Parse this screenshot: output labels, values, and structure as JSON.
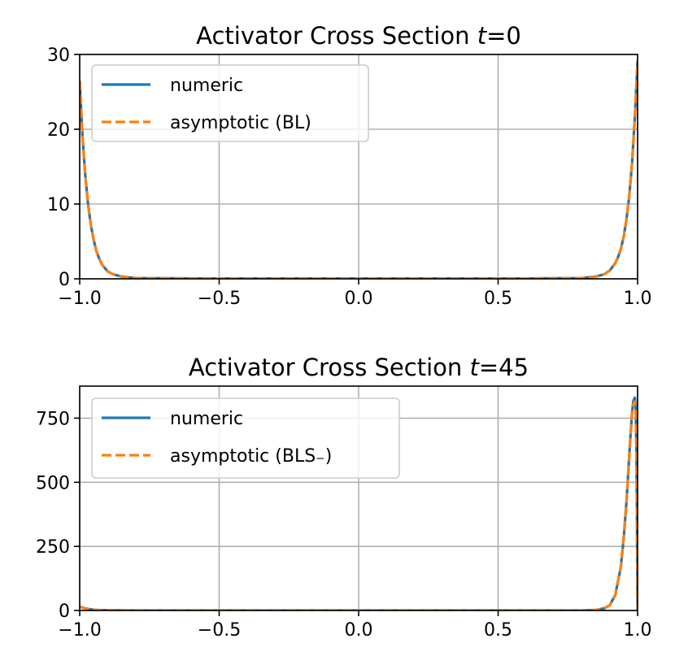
{
  "chart_data": [
    {
      "type": "line",
      "title_prefix": "Activator Cross Section ",
      "title_var": "t",
      "title_suffix": "=0",
      "xlim": [
        -1.0,
        1.0
      ],
      "ylim": [
        0,
        30
      ],
      "xticks": [
        -1.0,
        -0.5,
        0.0,
        0.5,
        1.0
      ],
      "xtick_labels": [
        "−1.0",
        "−0.5",
        "0.0",
        "0.5",
        "1.0"
      ],
      "yticks": [
        0,
        10,
        20,
        30
      ],
      "ytick_labels": [
        "0",
        "10",
        "20",
        "30"
      ],
      "grid": true,
      "legend_position": "upper-left",
      "series": [
        {
          "name": "numeric",
          "color": "#1f77b4",
          "style": "solid",
          "x": [
            -1.0,
            -0.99,
            -0.98,
            -0.97,
            -0.96,
            -0.95,
            -0.94,
            -0.93,
            -0.92,
            -0.9,
            -0.88,
            -0.85,
            -0.8,
            -0.6,
            -0.4,
            -0.2,
            0.0,
            0.2,
            0.4,
            0.6,
            0.8,
            0.85,
            0.88,
            0.9,
            0.92,
            0.93,
            0.94,
            0.95,
            0.96,
            0.97,
            0.98,
            0.99,
            1.0
          ],
          "y": [
            26.5,
            19.1,
            13.8,
            10.0,
            7.2,
            5.2,
            3.7,
            2.7,
            1.9,
            1.0,
            0.6,
            0.3,
            0.1,
            0.05,
            0.05,
            0.05,
            0.05,
            0.05,
            0.05,
            0.05,
            0.1,
            0.3,
            0.6,
            1.1,
            2.1,
            2.9,
            4.0,
            5.6,
            7.9,
            11.0,
            15.4,
            21.5,
            29.2
          ]
        },
        {
          "name": "asymptotic (BL)",
          "color": "#ff7f0e",
          "style": "dashed",
          "x": [
            -1.0,
            -0.99,
            -0.98,
            -0.97,
            -0.96,
            -0.95,
            -0.94,
            -0.93,
            -0.92,
            -0.9,
            -0.88,
            -0.85,
            -0.8,
            -0.6,
            -0.4,
            -0.2,
            0.0,
            0.2,
            0.4,
            0.6,
            0.8,
            0.85,
            0.88,
            0.9,
            0.92,
            0.93,
            0.94,
            0.95,
            0.96,
            0.97,
            0.98,
            0.99,
            1.0
          ],
          "y": [
            26.5,
            19.1,
            13.8,
            10.0,
            7.2,
            5.2,
            3.7,
            2.7,
            1.9,
            1.0,
            0.6,
            0.3,
            0.1,
            0.05,
            0.05,
            0.05,
            0.05,
            0.05,
            0.05,
            0.05,
            0.1,
            0.3,
            0.6,
            1.1,
            2.1,
            2.9,
            4.0,
            5.6,
            7.9,
            11.0,
            15.4,
            21.5,
            29.2
          ]
        }
      ]
    },
    {
      "type": "line",
      "title_prefix": "Activator Cross Section ",
      "title_var": "t",
      "title_suffix": "=45",
      "xlim": [
        -1.0,
        1.0
      ],
      "ylim": [
        0,
        875
      ],
      "xticks": [
        -1.0,
        -0.5,
        0.0,
        0.5,
        1.0
      ],
      "xtick_labels": [
        "−1.0",
        "−0.5",
        "0.0",
        "0.5",
        "1.0"
      ],
      "yticks": [
        0,
        250,
        500,
        750
      ],
      "ytick_labels": [
        "0",
        "250",
        "500",
        "750"
      ],
      "grid": true,
      "legend_position": "upper-left",
      "series": [
        {
          "name": "numeric",
          "color": "#1f77b4",
          "style": "solid",
          "x": [
            -1.0,
            -0.98,
            -0.96,
            -0.94,
            -0.9,
            -0.8,
            -0.5,
            0.0,
            0.5,
            0.8,
            0.85,
            0.88,
            0.9,
            0.92,
            0.94,
            0.95,
            0.96,
            0.97,
            0.975,
            0.98,
            0.985,
            0.99,
            0.993,
            0.996,
            0.998,
            1.0
          ],
          "y": [
            15,
            8,
            4,
            2,
            1,
            0,
            0,
            0,
            0,
            0,
            2,
            8,
            20,
            60,
            170,
            280,
            420,
            600,
            690,
            770,
            818,
            830,
            800,
            620,
            330,
            0
          ]
        },
        {
          "name": "asymptotic (BLS₋)",
          "color": "#ff7f0e",
          "style": "dashed",
          "x": [
            -1.0,
            -0.98,
            -0.96,
            -0.94,
            -0.9,
            -0.8,
            -0.5,
            0.0,
            0.5,
            0.8,
            0.85,
            0.88,
            0.9,
            0.92,
            0.94,
            0.95,
            0.96,
            0.97,
            0.975,
            0.98,
            0.985,
            0.99,
            0.993,
            0.996,
            0.998,
            1.0
          ],
          "y": [
            15,
            8,
            4,
            2,
            1,
            0,
            0,
            0,
            0,
            0,
            2,
            8,
            20,
            60,
            170,
            280,
            420,
            600,
            690,
            765,
            805,
            815,
            790,
            610,
            320,
            0
          ]
        }
      ]
    }
  ]
}
